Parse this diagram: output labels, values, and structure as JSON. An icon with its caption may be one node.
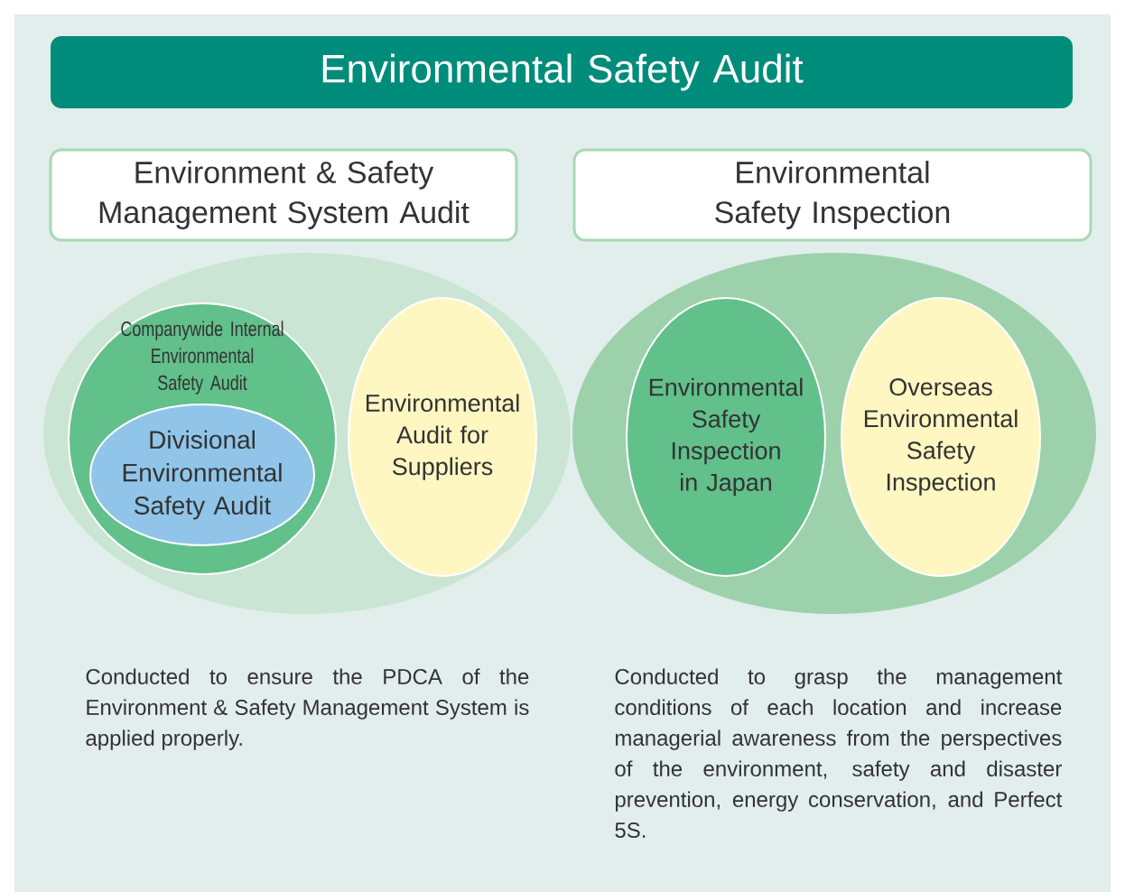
{
  "diagram": {
    "nodes": [
      {
        "text": [
          "Environmental Safety Audit"
        ]
      },
      {
        "text": [
          "Environment & Safety Management System Audit"
        ]
      },
      {
        "text": [
          "Environmental Safety Inspection"
        ]
      },
      {
        "text": [],
        "shape": "ellipse"
      },
      {
        "text": [
          "Companywide Internal Environmental Safety Audit"
        ],
        "in": 3
      },
      {
        "text": [
          "Divisional Environmental Safety Audit"
        ],
        "in": 4
      },
      {
        "text": [
          "Environmental Audit for Suppliers"
        ],
        "in": 3
      },
      {
        "text": [],
        "shape": "ellipse"
      },
      {
        "text": [
          "Environmental Safety Inspection in Japan"
        ],
        "in": 7
      },
      {
        "text": [
          "Overseas Environmental Safety Inspection"
        ],
        "in": 7
      }
    ],
    "edges": [],
    "labels": [
      "Conducted to ensure the PDCA of the Environment & Safety Management System is applied properly.",
      "Conducted to grasp the management conditions of each location and increase managerial awareness from the perspectives of the environment, safety and disaster prevention, energy conservation, and Perfect 5S."
    ]
  }
}
